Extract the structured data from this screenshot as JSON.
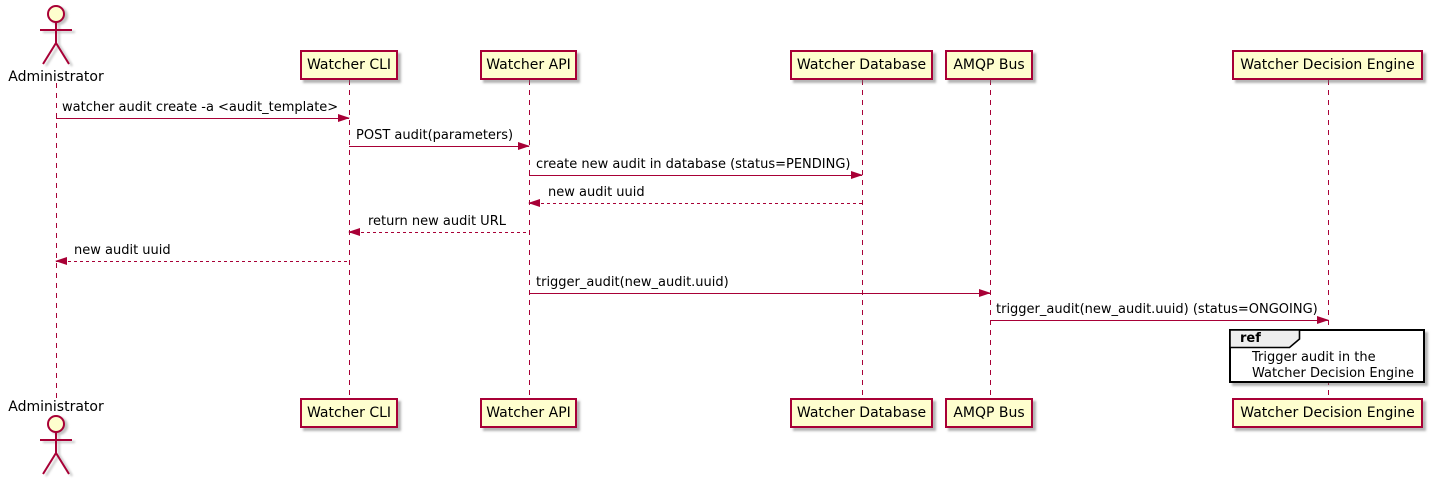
{
  "diagram": {
    "type": "uml-sequence-diagram",
    "actor": {
      "name": "Administrator"
    },
    "participants": [
      {
        "label": "Watcher CLI"
      },
      {
        "label": "Watcher API"
      },
      {
        "label": "Watcher Database"
      },
      {
        "label": "AMQP Bus"
      },
      {
        "label": "Watcher Decision Engine"
      }
    ],
    "messages": [
      {
        "from": "Administrator",
        "to": "Watcher CLI",
        "text": "watcher audit create -a <audit_template>",
        "line": "solid",
        "direction": "right"
      },
      {
        "from": "Watcher CLI",
        "to": "Watcher API",
        "text": "POST audit(parameters)",
        "line": "solid",
        "direction": "right"
      },
      {
        "from": "Watcher API",
        "to": "Watcher Database",
        "text": "create new audit in database (status=PENDING)",
        "line": "solid",
        "direction": "right"
      },
      {
        "from": "Watcher Database",
        "to": "Watcher API",
        "text": "new audit uuid",
        "line": "dashed",
        "direction": "left"
      },
      {
        "from": "Watcher API",
        "to": "Watcher CLI",
        "text": "return new audit URL",
        "line": "dashed",
        "direction": "left"
      },
      {
        "from": "Watcher CLI",
        "to": "Administrator",
        "text": "new audit uuid",
        "line": "dashed",
        "direction": "left"
      },
      {
        "from": "Watcher API",
        "to": "AMQP Bus",
        "text": "trigger_audit(new_audit.uuid)",
        "line": "solid",
        "direction": "right"
      },
      {
        "from": "AMQP Bus",
        "to": "Watcher Decision Engine",
        "text": "trigger_audit(new_audit.uuid) (status=ONGOING)",
        "line": "solid",
        "direction": "right"
      }
    ],
    "ref": {
      "keyword": "ref",
      "lines": [
        "Trigger audit in the",
        "Watcher Decision Engine"
      ]
    },
    "colors": {
      "participant_fill": "#fefece",
      "line": "#a80036",
      "text": "#000000",
      "ref_border": "#000000",
      "ref_header_fill": "#eeeeee",
      "background": "#ffffff"
    }
  }
}
